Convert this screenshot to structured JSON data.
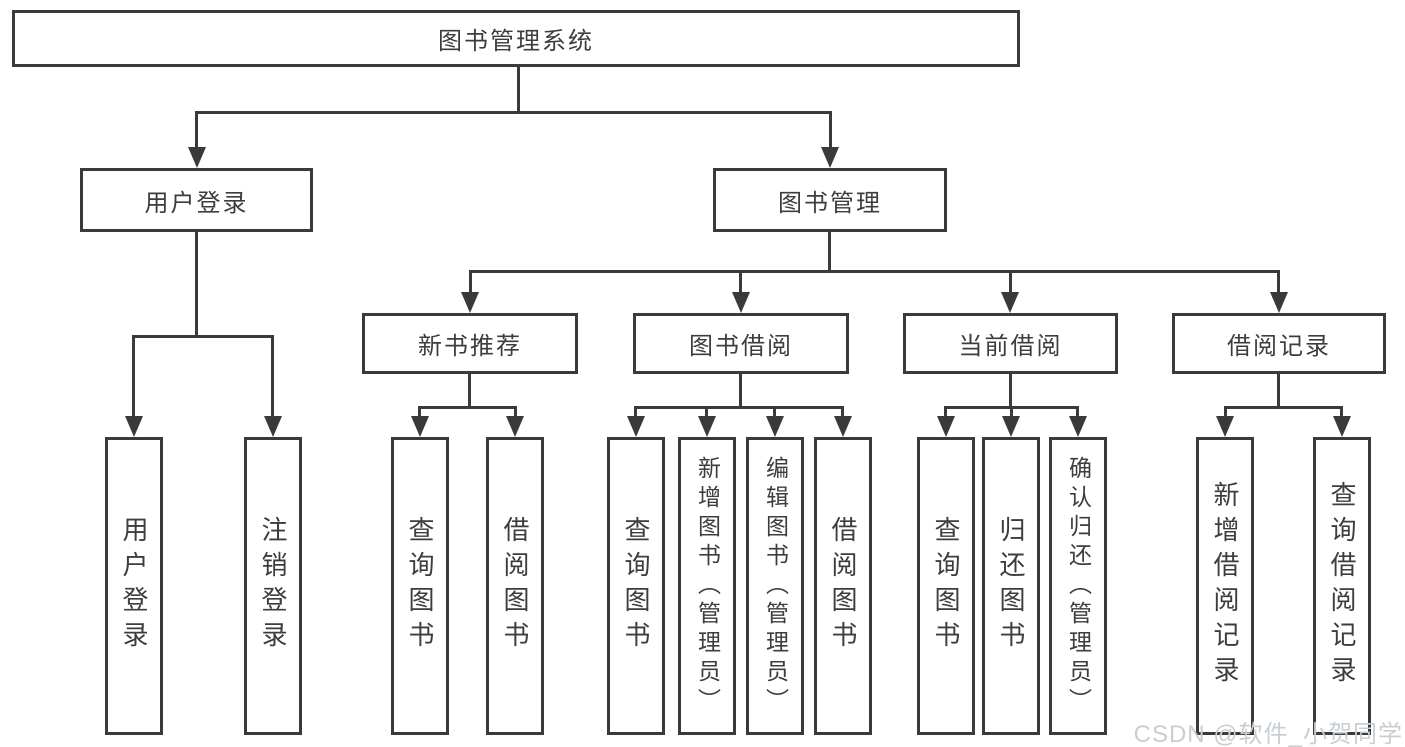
{
  "diagram": {
    "root": {
      "label": "图书管理系统"
    },
    "level2": [
      {
        "label": "用户登录"
      },
      {
        "label": "图书管理"
      }
    ],
    "level3": [
      {
        "label": "新书推荐"
      },
      {
        "label": "图书借阅"
      },
      {
        "label": "当前借阅"
      },
      {
        "label": "借阅记录"
      }
    ],
    "leaves": {
      "user_login": [
        {
          "label": "用户登录"
        },
        {
          "label": "注销登录"
        }
      ],
      "new_book": [
        {
          "label": "查询图书"
        },
        {
          "label": "借阅图书"
        }
      ],
      "book_borrow": [
        {
          "label": "查询图书"
        },
        {
          "label": "新增图书（管理员）"
        },
        {
          "label": "编辑图书（管理员）"
        },
        {
          "label": "借阅图书"
        }
      ],
      "current_borrow": [
        {
          "label": "查询图书"
        },
        {
          "label": "归还图书"
        },
        {
          "label": "确认归还（管理员）"
        }
      ],
      "borrow_record": [
        {
          "label": "新增借阅记录"
        },
        {
          "label": "查询借阅记录"
        }
      ]
    }
  },
  "watermark": {
    "text": "CSDN @软件_小贺同学"
  },
  "colors": {
    "line": "#3a3a3a",
    "text": "#3d3d3d",
    "watermark": "#c9ced3",
    "background": "#ffffff"
  }
}
